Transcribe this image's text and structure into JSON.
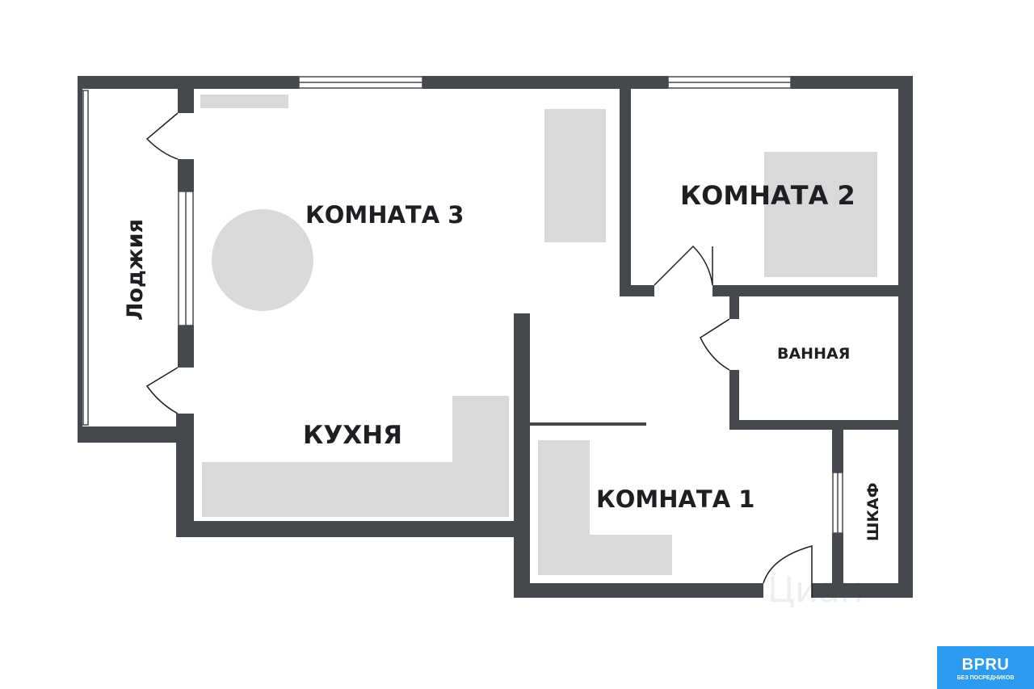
{
  "rooms": {
    "room3": "КОМНАТА 3",
    "room2": "КОМНАТА 2",
    "room1": "КОМНАТА 1",
    "kitchen": "КУХНЯ",
    "bathroom": "ВАННАЯ",
    "closet": "ШКАФ",
    "loggia": "Лоджия"
  },
  "watermark": "Циан",
  "logo": {
    "name": "BPRU",
    "tagline": "БЕЗ ПОСРЕДНИКОВ"
  },
  "colors": {
    "wall": "#45494e",
    "furniture": "#d9d9d9",
    "logo_bg": "#2d9cf0"
  }
}
